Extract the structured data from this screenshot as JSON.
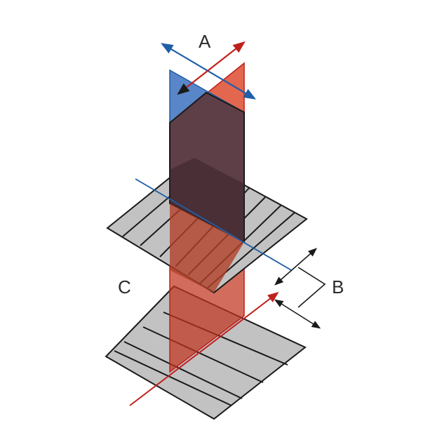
{
  "labels": {
    "a": "A",
    "b": "B",
    "c": "C"
  },
  "colors": {
    "blue": "#1f5fa8",
    "blue_fill": "#4a7cc4",
    "red": "#c0201c",
    "red_fill": "#e0553c",
    "overlap_fill": "#5e3f47",
    "gray_fill": "#c2c2c2",
    "outline": "#1a1a1a"
  }
}
